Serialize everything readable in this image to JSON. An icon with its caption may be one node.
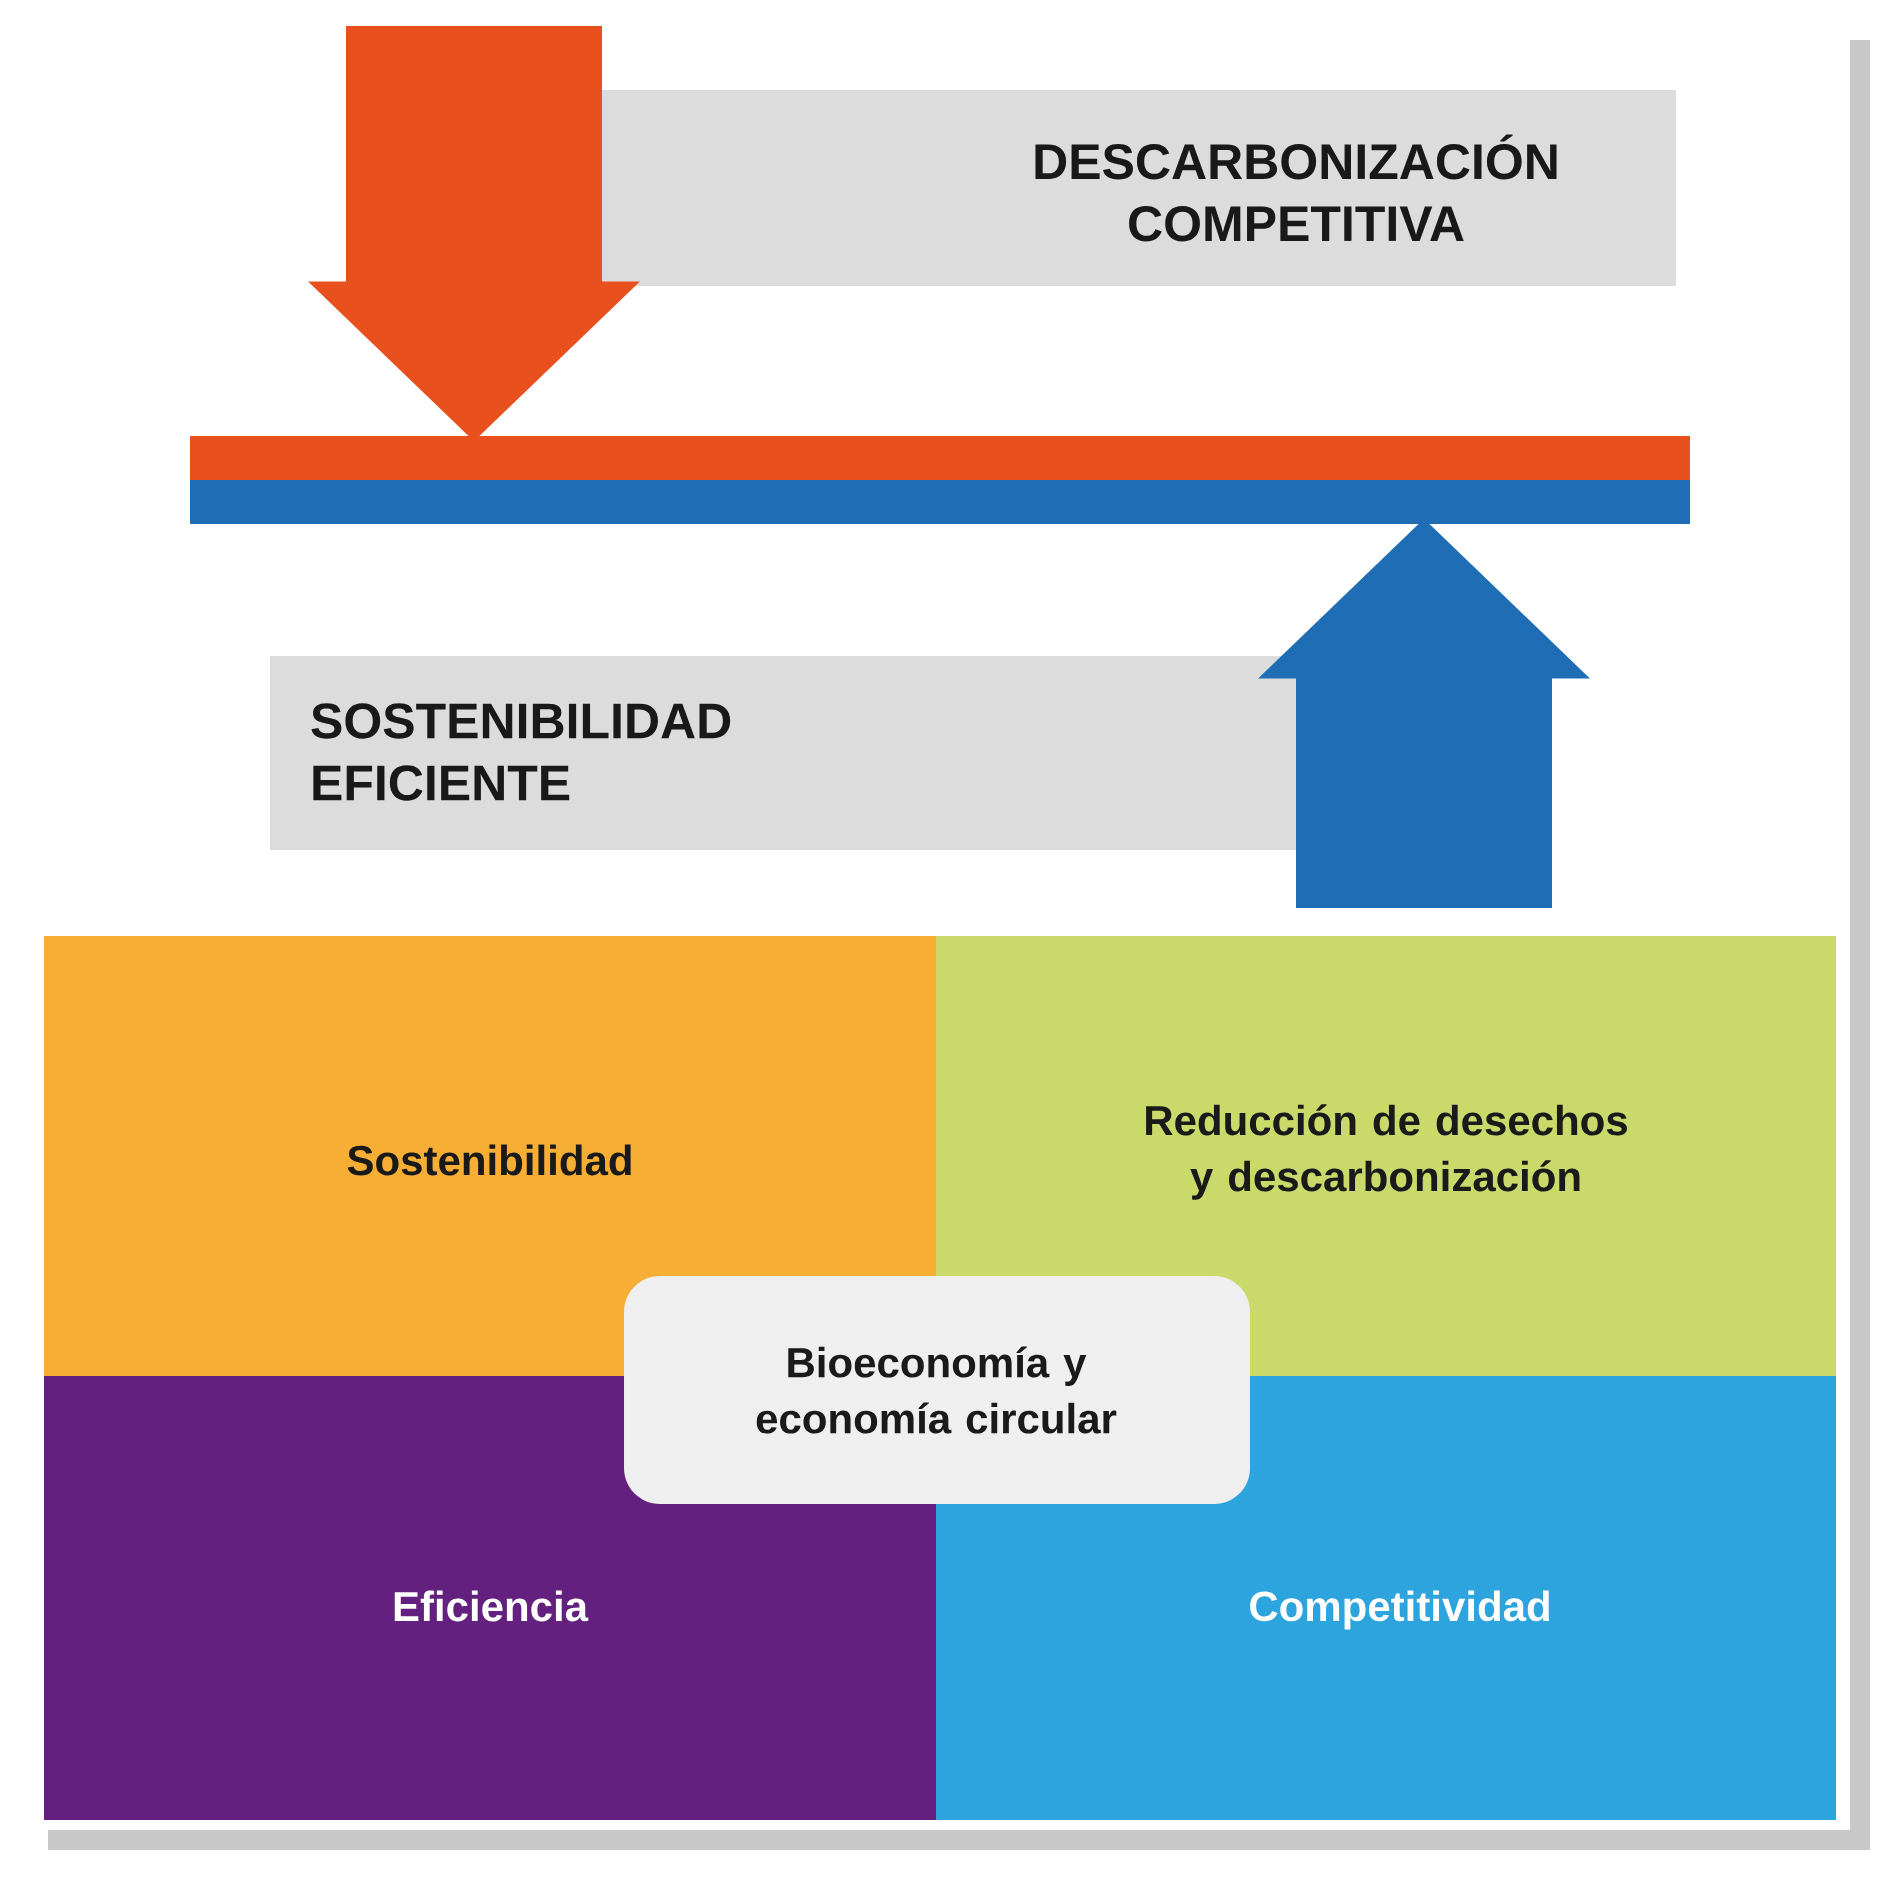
{
  "diagram": {
    "nodes": [
      {
        "text": [
          "DESCARBONIZACIÓN COMPETITIVA"
        ]
      },
      {
        "text": [],
        "shape": "bar"
      },
      {
        "text": [
          "SOSTENIBILIDAD EFICIENTE"
        ]
      },
      {
        "text": [
          "Sostenibilidad"
        ]
      },
      {
        "text": [
          "Reducción de desechos y descarbonización"
        ]
      },
      {
        "text": [
          "Bioeconomía y economía circular"
        ]
      },
      {
        "text": [
          "Eficiencia"
        ]
      },
      {
        "text": [
          "Competitividad"
        ]
      }
    ],
    "edges": [
      {
        "from": null,
        "to": 1,
        "arrow": "to",
        "style": "thick",
        "color": "#e8501e"
      },
      {
        "from": null,
        "to": 1,
        "arrow": "to",
        "style": "thick",
        "color": "#1f6db5"
      }
    ]
  }
}
